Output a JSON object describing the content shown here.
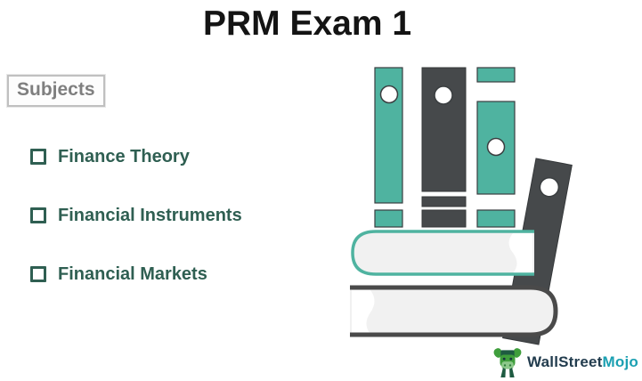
{
  "title": "PRM Exam 1",
  "subjects_box": {
    "label": "Subjects"
  },
  "subjects": [
    {
      "label": "Finance Theory"
    },
    {
      "label": "Financial Instruments"
    },
    {
      "label": "Financial Markets"
    }
  ],
  "logo": {
    "text_primary": "WallStreet",
    "text_secondary": "Mojo"
  },
  "icons": {
    "bullet": "checkbox-square-icon",
    "illustration": "books-and-binders-illustration",
    "mascot": "bull-mascot-icon"
  },
  "colors": {
    "teal": "#4FB3A0",
    "dark": "#46494B",
    "book-fill": "#F1F1F1",
    "book-stroke-dark": "#4A4A4A",
    "hole-stroke": "#3A3E40",
    "list-text": "#2F5F52",
    "subjects-text": "#7F7F7F",
    "subjects-border": "#C0C0C0",
    "title-text": "#141414",
    "logo-navy": "#223C4E",
    "logo-teal": "#1BA0B2",
    "logo-green": "#3F9E3C",
    "logo-green-dark": "#1E5B41"
  }
}
